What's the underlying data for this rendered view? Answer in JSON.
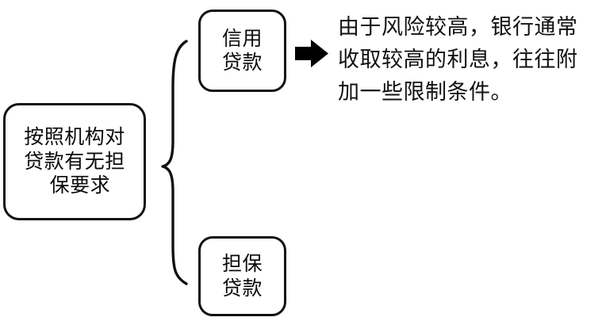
{
  "diagram": {
    "type": "bracket-classification-diagram",
    "language": "zh-CN",
    "colors": {
      "stroke": "#111111",
      "background": "#ffffff",
      "text": "#0a0a0a",
      "arrow": "#000000"
    },
    "root_node": {
      "name": "按照机构对贷款有无担保要求",
      "lines": [
        "按照机构对",
        "贷款有无担",
        "保要求"
      ]
    },
    "branches": [
      {
        "name": "信用贷款",
        "lines": [
          "信用",
          "贷款"
        ]
      },
      {
        "name": "担保贷款",
        "lines": [
          "担保",
          "贷款"
        ]
      }
    ],
    "connector": {
      "icon": "curly-brace-left",
      "label": "分支括号"
    },
    "arrow": {
      "icon": "arrow-right-solid",
      "label": "指向说明"
    },
    "note": {
      "full_text": "由于风险较高，银行通常收取较高的利息，往往附加一些限制条件。",
      "lines": [
        "由于风险较高，银行通常",
        "收取较高的利息，往往附",
        "加一些限制条件。"
      ]
    }
  }
}
